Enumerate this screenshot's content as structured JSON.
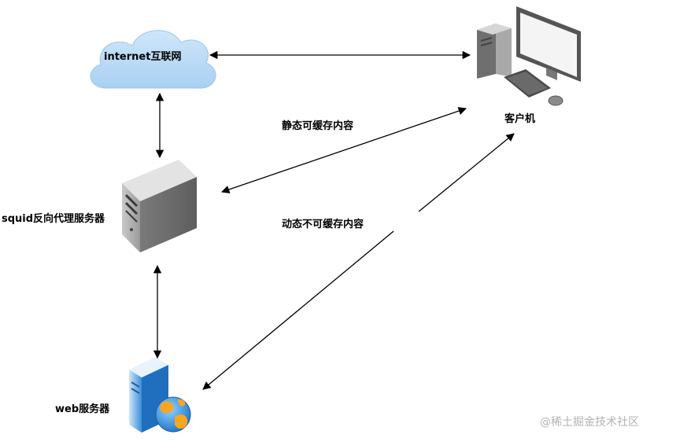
{
  "nodes": {
    "internet": {
      "label": "internet互联网"
    },
    "client": {
      "label": "客户机"
    },
    "proxy": {
      "label": "squid反向代理服务器"
    },
    "web": {
      "label": "web服务器"
    }
  },
  "edges": {
    "static": {
      "label": "静态可缓存内容"
    },
    "dynamic": {
      "label": "动态不可缓存内容"
    }
  },
  "watermark": "@稀土掘金技术社区",
  "colors": {
    "cloud": "#b8d9f5",
    "line": "#000000",
    "server_gray": "#9a9a9a",
    "web_server_blue": "#3a8ed8"
  }
}
